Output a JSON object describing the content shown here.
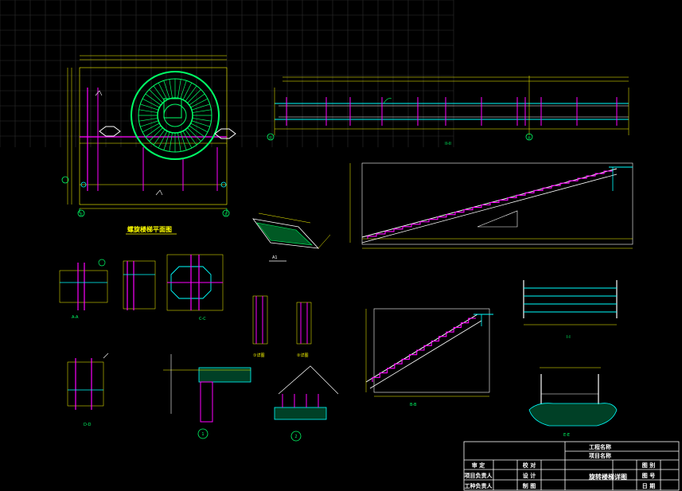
{
  "drawing": {
    "plan_title": "螺旋楼梯平面图",
    "axis_labels": [
      "①",
      "②"
    ],
    "colors": {
      "background": "#000000",
      "grid": "#3a3a3a",
      "green": "#00ff66",
      "yellow": "#ffff00",
      "magenta": "#ff00ff",
      "cyan": "#00ffff",
      "red": "#ff3333",
      "white": "#ffffff",
      "border": "#ffffff"
    },
    "views": {
      "a1": "A1",
      "section_1_1": "1-1",
      "view_a_a": "A-A",
      "view_c_c": "C-C",
      "view_b_b": "B-B",
      "view_e_e": "E-E",
      "view_d_d": "D-D",
      "circle_1": "1",
      "circle_2": "2",
      "detail_1": "①详图",
      "detail_2": "②详图",
      "section_i_i": "I-I",
      "section_ii": "II-II"
    }
  },
  "title_block": {
    "project_name_label": "工程名称",
    "item_name_label": "项目名称",
    "drawing_title": "旋转楼梯详图",
    "rows": [
      {
        "left": "审 定",
        "mid": "校 对"
      },
      {
        "left": "项目负责人",
        "mid": "设 计"
      },
      {
        "left": "工种负责人",
        "mid": "制 图"
      }
    ],
    "right_labels": [
      "图 别",
      "图 号",
      "日 期"
    ]
  }
}
